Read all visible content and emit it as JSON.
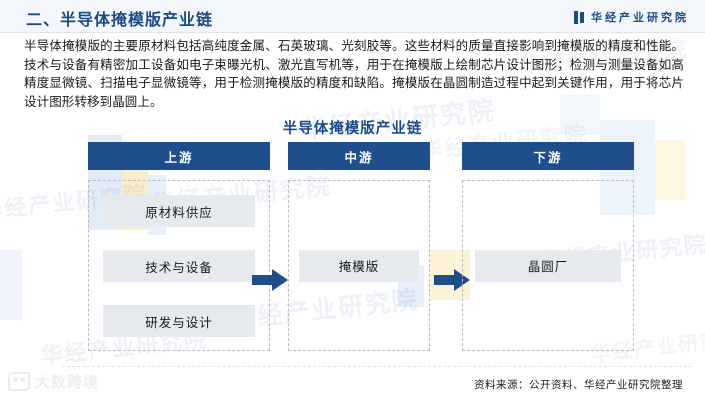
{
  "header": {
    "section_title": "二、半导体掩模版产业链",
    "brand_name": "华经产业研究院",
    "brand_icon": "book-mark-icon",
    "accent_color": "#1b4b86"
  },
  "body": {
    "paragraph": "半导体掩模版的主要原材料包括高纯度金属、石英玻璃、光刻胶等。这些材料的质量直接影响到掩模版的精度和性能。技术与设备有精密加工设备如电子束曝光机、激光直写机等，用于在掩模版上绘制芯片设计图形；检测与测量设备如高精度显微镜、扫描电子显微镜等，用于检测掩模版的精度和缺陷。掩模版在晶圆制造过程中起到关键作用，用于将芯片设计图形转移到晶圆上。"
  },
  "chart_data": {
    "type": "diagram",
    "title": "半导体掩模版产业链",
    "header_color": "#1f4e8c",
    "cell_color": "#e6eaef",
    "arrow_color": "#1f4e8c",
    "columns": [
      {
        "header": "上游",
        "items": [
          "原材料供应",
          "技术与设备",
          "研发与设计"
        ]
      },
      {
        "header": "中游",
        "items": [
          "掩模版"
        ]
      },
      {
        "header": "下游",
        "items": [
          "晶圆厂"
        ]
      }
    ],
    "arrows": [
      "arrow-right-icon",
      "arrow-right-icon"
    ]
  },
  "footer": {
    "source": "资料来源：公开资料、华经产业研究院整理",
    "watermark_logo_text": "大数跨境",
    "watermark_logo_icon": "panda-logo-icon"
  },
  "watermarks": {
    "text": "华经产业研究院"
  }
}
